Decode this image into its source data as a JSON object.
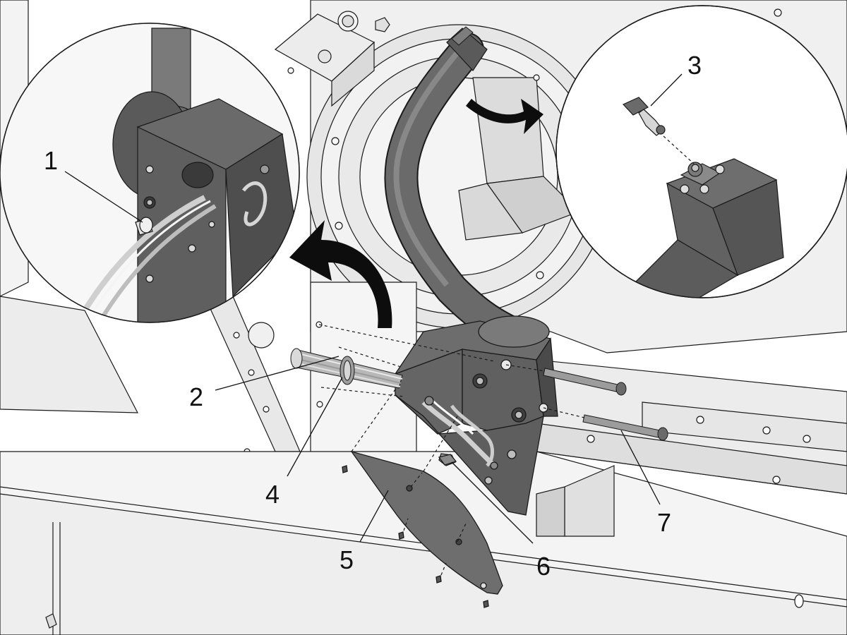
{
  "callouts": [
    {
      "id": "1",
      "label": "1"
    },
    {
      "id": "2",
      "label": "2"
    },
    {
      "id": "3",
      "label": "3"
    },
    {
      "id": "4",
      "label": "4"
    },
    {
      "id": "5",
      "label": "5"
    },
    {
      "id": "6",
      "label": "6"
    },
    {
      "id": "7",
      "label": "7"
    }
  ],
  "colors": {
    "background": "#ffffff",
    "line": "#1a1a1a",
    "machine_light": "#ebebeb",
    "machine_mid": "#d4d4d4",
    "part_dark": "#6e6e6e",
    "part_shadow": "#4a4a4a",
    "arrow": "#0d0d0d"
  },
  "icons": {
    "rotate_arrow_left": "curved-arrow-icon",
    "rotate_arrow_right": "curved-arrow-icon"
  }
}
